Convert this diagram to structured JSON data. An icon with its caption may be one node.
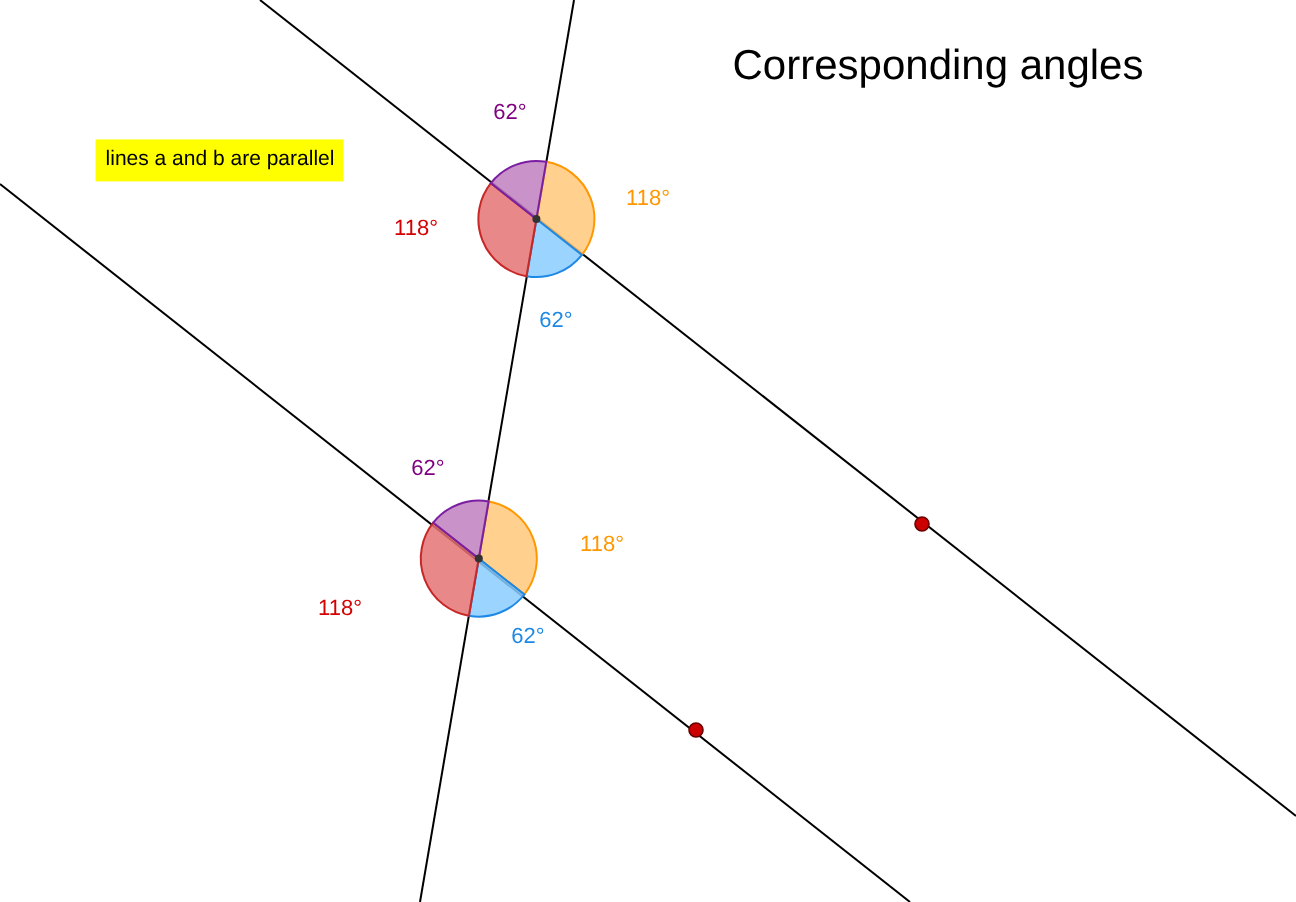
{
  "diagram": {
    "title": "Corresponding angles",
    "labels": [
      "62°",
      "lines a and b are parallel",
      "118°",
      "118°",
      "62°",
      "62°",
      "118°",
      "118°",
      "62°"
    ]
  }
}
